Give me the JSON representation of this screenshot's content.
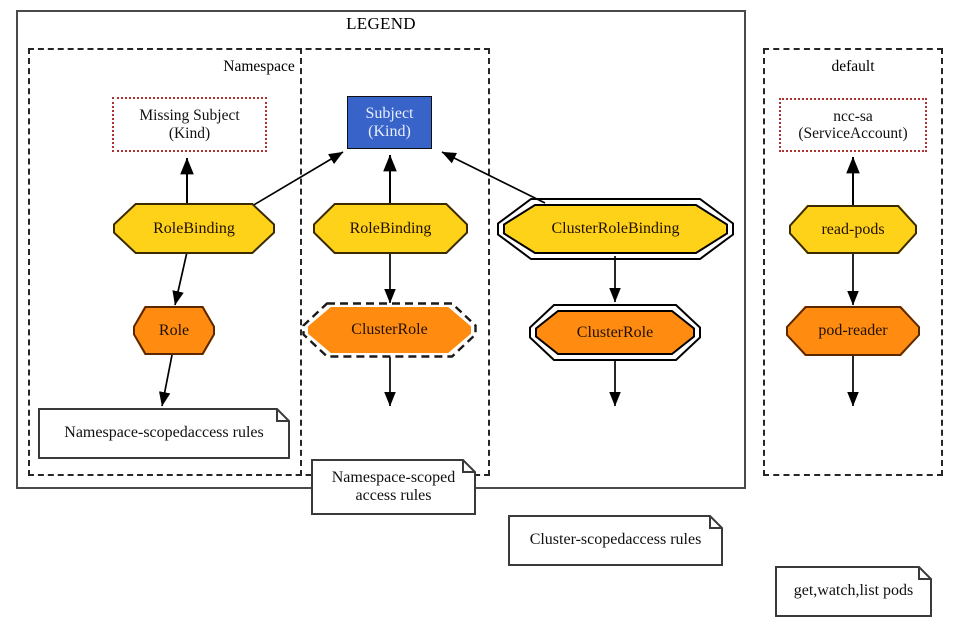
{
  "diagram": {
    "title": "LEGEND",
    "type": "kubernetes-rbac-legend"
  },
  "clusters": [
    {
      "id": "legend",
      "label": "LEGEND",
      "style": "solid"
    },
    {
      "id": "namespace",
      "label": "Namespace",
      "style": "dashed"
    },
    {
      "id": "default",
      "label": "default",
      "style": "dashed"
    }
  ],
  "nodes": {
    "missing_subject": {
      "line1": "Missing Subject",
      "line2": "(Kind)",
      "shape": "box",
      "border": "dotted",
      "border_color": "#b03030",
      "fill": "#ffffff"
    },
    "subject": {
      "line1": "Subject",
      "line2": "(Kind)",
      "shape": "box",
      "fill": "#3863c8",
      "text_color": "#e8eefc"
    },
    "rolebinding_left": {
      "label": "RoleBinding",
      "shape": "octagon",
      "fill": "#ffd21a"
    },
    "rolebinding_mid": {
      "label": "RoleBinding",
      "shape": "octagon",
      "fill": "#ffd21a"
    },
    "clusterrolebinding": {
      "label": "ClusterRoleBinding",
      "shape": "doubleoctagon",
      "fill": "#ffd21a"
    },
    "role": {
      "label": "Role",
      "shape": "octagon",
      "fill": "#ff8c10"
    },
    "clusterrole_dashed": {
      "label": "ClusterRole",
      "shape": "octagon",
      "fill": "#ff8c10",
      "border": "dashed"
    },
    "clusterrole_double": {
      "label": "ClusterRole",
      "shape": "doubleoctagon",
      "fill": "#ff8c10"
    },
    "ncc_sa": {
      "line1": "ncc-sa",
      "line2": "(ServiceAccount)",
      "shape": "box",
      "border": "dotted",
      "border_color": "#b03030",
      "fill": "#ffffff"
    },
    "read_pods": {
      "label": "read-pods",
      "shape": "octagon",
      "fill": "#ffd21a"
    },
    "pod_reader": {
      "label": "pod-reader",
      "shape": "octagon",
      "fill": "#ff8c10"
    }
  },
  "notes": {
    "ns_rules_left": {
      "line1": "Namespace-scopedaccess rules",
      "line2": ""
    },
    "ns_rules_mid": {
      "line1": "Namespace-scoped",
      "line2": "access rules"
    },
    "cluster_rules": {
      "line1": "Cluster-scopedaccess rules",
      "line2": ""
    },
    "sa_rules": {
      "line1": "get,watch,list pods",
      "line2": ""
    }
  },
  "colors": {
    "yellow": "#ffd21a",
    "orange": "#ff8c10",
    "blue": "#3863c8",
    "dotted_red": "#b03030",
    "frame": "#4a4a4a",
    "edge": "#000000"
  }
}
